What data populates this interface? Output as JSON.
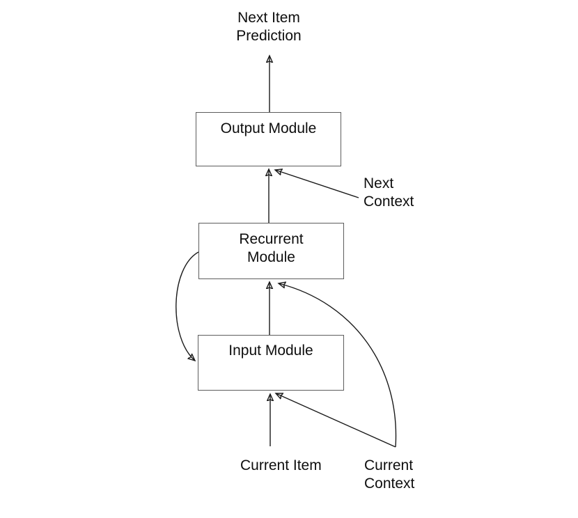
{
  "page": {
    "background": "#ffffff"
  },
  "diagram": {
    "type": "flow-architecture",
    "nodes": {
      "output_module": {
        "label": "Output Module"
      },
      "recurrent_module": {
        "label_line1": "Recurrent",
        "label_line2": "Module"
      },
      "input_module": {
        "label": "Input Module"
      }
    },
    "labels": {
      "next_item_prediction": {
        "line1": "Next Item",
        "line2": "Prediction"
      },
      "next_context": {
        "line1": "Next",
        "line2": "Context"
      },
      "current_item": {
        "text": "Current Item"
      },
      "current_context": {
        "line1": "Current",
        "line2": "Context"
      }
    },
    "edges": [
      {
        "from": "Output Module",
        "to": "Next Item Prediction",
        "shape": "straight-vertical"
      },
      {
        "from": "Recurrent Module",
        "to": "Output Module",
        "shape": "straight-vertical"
      },
      {
        "from": "Next Context",
        "to": "Output Module",
        "shape": "straight-diagonal"
      },
      {
        "from": "Input Module",
        "to": "Recurrent Module",
        "shape": "straight-vertical"
      },
      {
        "from": "Recurrent Module",
        "to": "Input Module",
        "shape": "curved-left-loop"
      },
      {
        "from": "Current Item",
        "to": "Input Module",
        "shape": "straight-vertical"
      },
      {
        "from": "Current Context",
        "to": "Input Module",
        "shape": "straight-diagonal"
      },
      {
        "from": "Current Context",
        "to": "Recurrent Module",
        "shape": "curved-right"
      }
    ],
    "colors": {
      "background": "#ffffff",
      "line": "#1a1a1a",
      "box_border": "#5c5c5c",
      "box_fill": "#ffffff",
      "text": "#0e0e0e"
    }
  }
}
